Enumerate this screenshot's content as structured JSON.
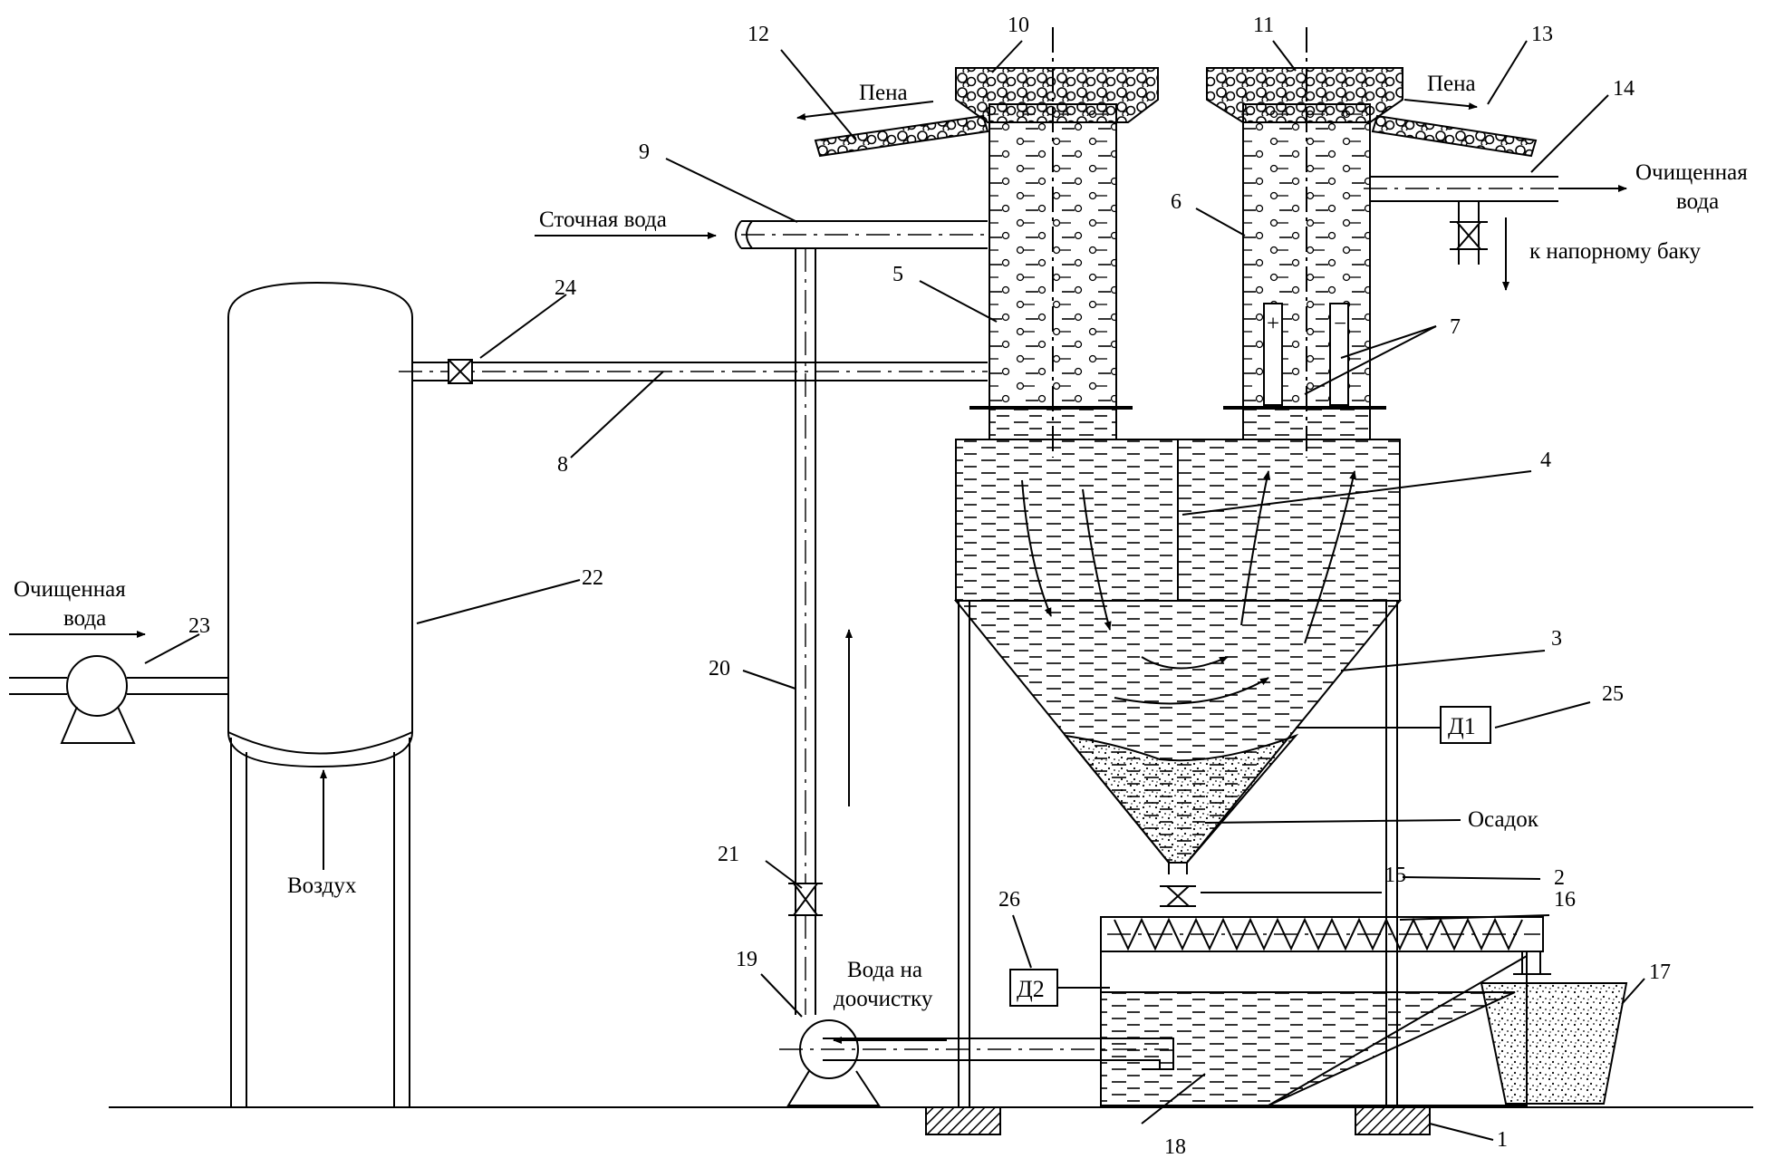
{
  "labels": {
    "foam_left": "Пена",
    "foam_right": "Пена",
    "wastewater": "Сточная вода",
    "clean_water_out_1": "Очищенная",
    "clean_water_out_2": "вода",
    "to_pressure_tank": "к напорному баку",
    "clean_water_in_1": "Очищенная",
    "clean_water_in_2": "вода",
    "air": "Воздух",
    "sediment": "Осадок",
    "water_posttreat_1": "Вода на",
    "water_posttreat_2": "доочистку",
    "sensor_d1": "Д1",
    "sensor_d2": "Д2"
  },
  "callouts": [
    "1",
    "2",
    "3",
    "4",
    "5",
    "6",
    "7",
    "8",
    "9",
    "10",
    "11",
    "12",
    "13",
    "14",
    "15",
    "16",
    "17",
    "18",
    "19",
    "20",
    "21",
    "22",
    "23",
    "24",
    "25",
    "26"
  ],
  "colors": {
    "stroke": "#000000",
    "background": "#ffffff",
    "hatch": "#000000"
  }
}
